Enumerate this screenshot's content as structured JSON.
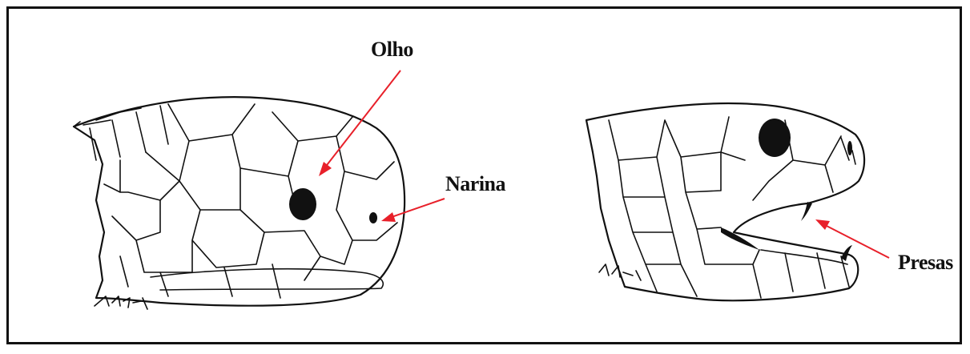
{
  "labels": {
    "eye": "Olho",
    "nostril": "Narina",
    "fangs": "Presas"
  },
  "colors": {
    "arrow": "#e8202a",
    "ink": "#111111",
    "frame": "#111111",
    "background": "#ffffff"
  }
}
